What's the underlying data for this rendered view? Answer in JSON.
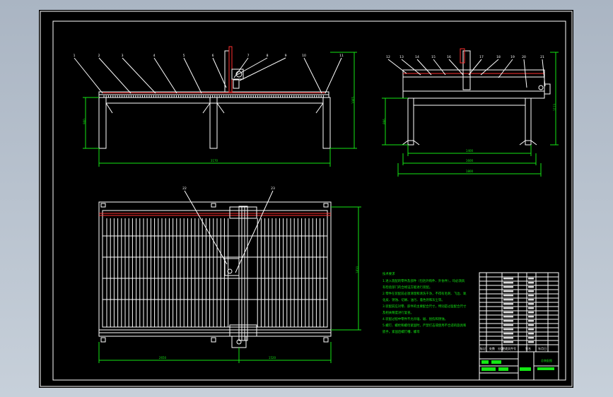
{
  "drawing": {
    "background": "#000000",
    "viewport_color": "#b9c3cf",
    "line_color": "#ffffff",
    "dimension_color": "#14e614",
    "accent_color": "#ff3030"
  },
  "front_view": {
    "balloons": [
      "1",
      "2",
      "3",
      "4",
      "5",
      "6",
      "7",
      "8",
      "9",
      "10",
      "11"
    ],
    "dim_total": "3170",
    "dim_height": "1065",
    "dim_leg": "900"
  },
  "side_view": {
    "balloons": [
      "12",
      "13",
      "14",
      "15",
      "16",
      "17",
      "18",
      "19",
      "20",
      "21"
    ],
    "dim_height": "1113",
    "dim_leg": "866",
    "dim_inner": "1400",
    "dim_mid": "1600",
    "dim_outer": "1800"
  },
  "top_view": {
    "balloons": [
      "22",
      "23"
    ],
    "dim_left": "2650",
    "dim_right": "1520",
    "dim_depth": "1810"
  },
  "notes": {
    "title": "技术要求",
    "lines": [
      "1.进入装配的零件及部件（包括外购件、外协件），均必须具",
      "有检验部门的合格证方能进行装配。",
      "2.零件在装配前必须清理和清洗干净，不得有毛刺、飞边、氧",
      "化皮、锈蚀、切屑、油污、着色剂和灰尘等。",
      "3.装配前应对零、部件的主要配合尺寸，特别是过盈配合尺寸",
      "及相关精度进行复查。",
      "4.装配过程中零件不允许磕、碰、划伤和锈蚀。",
      "5.螺钉、螺栓和螺母紧固时，严禁打击或使用不合适的旋具和",
      "扳手。紧固后螺钉槽、螺母"
    ]
  },
  "title_block": {
    "footer_cells": [
      "标记",
      "处数",
      "分区",
      "更改文件号",
      "签名",
      "年月日"
    ],
    "drawing_name": "总装配图"
  }
}
